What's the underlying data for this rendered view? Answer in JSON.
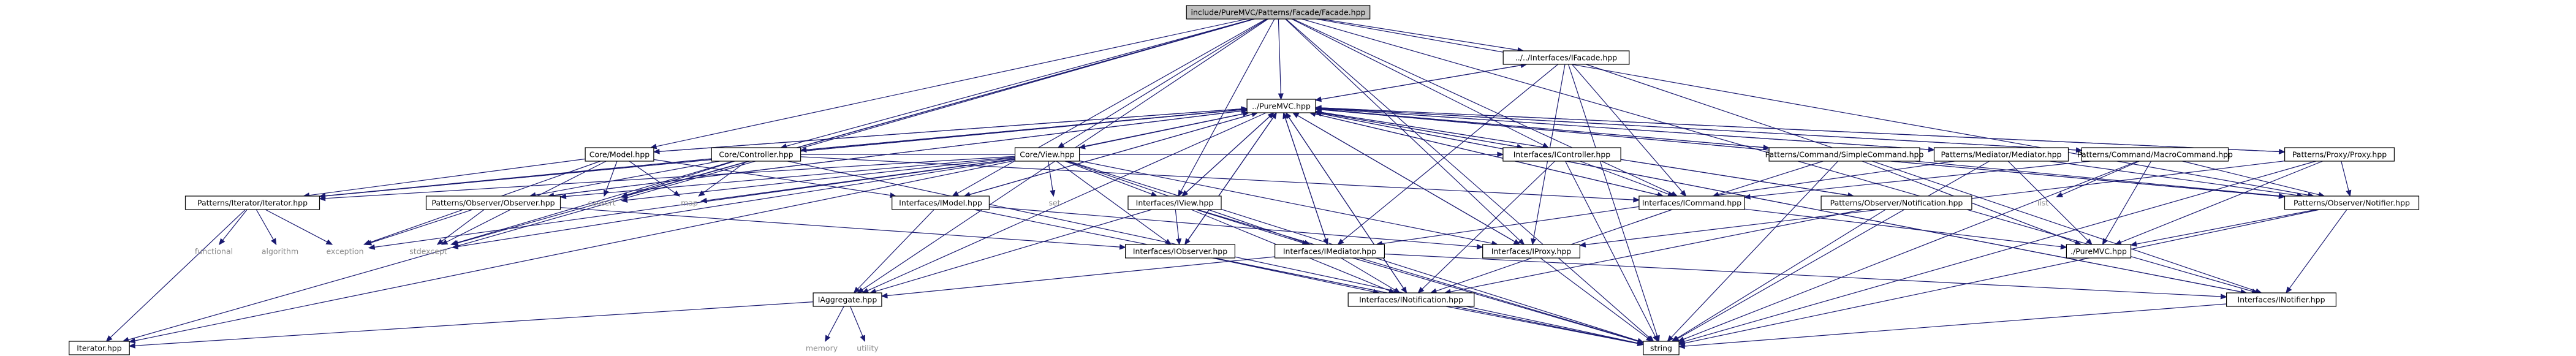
{
  "diagram": {
    "root": "include/PureMVC/Patterns/Facade/Facade.hpp",
    "colors": {
      "edge": "#191970",
      "root_fill": "#bfbfbf",
      "box_fill": "#ffffff",
      "plain_text": "#8a8a8a"
    },
    "nodes": [
      {
        "id": "facade",
        "label": "include/PureMVC/Patterns/Facade/Facade.hpp",
        "style": "root"
      },
      {
        "id": "ifacade",
        "label": "../../Interfaces/IFacade.hpp",
        "style": "box"
      },
      {
        "id": "puremvc1",
        "label": "../PureMVC.hpp",
        "style": "box"
      },
      {
        "id": "coremodel",
        "label": "Core/Model.hpp",
        "style": "box"
      },
      {
        "id": "corecontroller",
        "label": "Core/Controller.hpp",
        "style": "box"
      },
      {
        "id": "coreview",
        "label": "Core/View.hpp",
        "style": "box"
      },
      {
        "id": "icontroller",
        "label": "Interfaces/IController.hpp",
        "style": "box"
      },
      {
        "id": "simplecommand",
        "label": "Patterns/Command/SimpleCommand.hpp",
        "style": "box"
      },
      {
        "id": "mediator",
        "label": "Patterns/Mediator/Mediator.hpp",
        "style": "box"
      },
      {
        "id": "macrocommand",
        "label": "Patterns/Command/MacroCommand.hpp",
        "style": "box"
      },
      {
        "id": "proxy",
        "label": "Patterns/Proxy/Proxy.hpp",
        "style": "box"
      },
      {
        "id": "iterator_h",
        "label": "Patterns/Iterator/Iterator.hpp",
        "style": "box"
      },
      {
        "id": "observer",
        "label": "Patterns/Observer/Observer.hpp",
        "style": "box"
      },
      {
        "id": "imodel",
        "label": "Interfaces/IModel.hpp",
        "style": "box"
      },
      {
        "id": "iview",
        "label": "Interfaces/IView.hpp",
        "style": "box"
      },
      {
        "id": "icommand",
        "label": "Interfaces/ICommand.hpp",
        "style": "box"
      },
      {
        "id": "notification",
        "label": "Patterns/Observer/Notification.hpp",
        "style": "box"
      },
      {
        "id": "notifier",
        "label": "Patterns/Observer/Notifier.hpp",
        "style": "box"
      },
      {
        "id": "iobserver",
        "label": "Interfaces/IObserver.hpp",
        "style": "box"
      },
      {
        "id": "imediator",
        "label": "Interfaces/IMediator.hpp",
        "style": "box"
      },
      {
        "id": "iproxy",
        "label": "Interfaces/IProxy.hpp",
        "style": "box"
      },
      {
        "id": "puremvc2",
        "label": "./PureMVC.hpp",
        "style": "box"
      },
      {
        "id": "iaggregate",
        "label": "IAggregate.hpp",
        "style": "box"
      },
      {
        "id": "inotification",
        "label": "Interfaces/INotification.hpp",
        "style": "box"
      },
      {
        "id": "inotifier",
        "label": "Interfaces/INotifier.hpp",
        "style": "box"
      },
      {
        "id": "iterator",
        "label": "Iterator.hpp",
        "style": "box"
      },
      {
        "id": "string",
        "label": "string",
        "style": "box"
      },
      {
        "id": "cassert",
        "label": "cassert",
        "style": "plain"
      },
      {
        "id": "map",
        "label": "map",
        "style": "plain"
      },
      {
        "id": "set",
        "label": "set",
        "style": "plain"
      },
      {
        "id": "list",
        "label": "list",
        "style": "plain"
      },
      {
        "id": "stdexcept",
        "label": "stdexcept",
        "style": "plain"
      },
      {
        "id": "exception",
        "label": "exception",
        "style": "plain"
      },
      {
        "id": "functional",
        "label": "functional",
        "style": "plain"
      },
      {
        "id": "algorithm",
        "label": "algorithm",
        "style": "plain"
      },
      {
        "id": "memory",
        "label": "memory",
        "style": "plain"
      },
      {
        "id": "utility",
        "label": "utility",
        "style": "plain"
      }
    ],
    "edges": [
      [
        "facade",
        "ifacade"
      ],
      [
        "facade",
        "puremvc1"
      ],
      [
        "facade",
        "coremodel"
      ],
      [
        "facade",
        "corecontroller"
      ],
      [
        "facade",
        "coreview"
      ],
      [
        "facade",
        "icontroller"
      ],
      [
        "facade",
        "imodel"
      ],
      [
        "facade",
        "iview"
      ],
      [
        "facade",
        "icommand"
      ],
      [
        "facade",
        "iproxy"
      ],
      [
        "facade",
        "notifier"
      ],
      [
        "facade",
        "inotifier"
      ],
      [
        "facade",
        "iaggregate"
      ],
      [
        "facade",
        "iterator"
      ],
      [
        "facade",
        "stdexcept"
      ],
      [
        "facade",
        "cassert"
      ],
      [
        "facade",
        "string"
      ],
      [
        "ifacade",
        "puremvc1"
      ],
      [
        "ifacade",
        "icommand"
      ],
      [
        "ifacade",
        "imediator"
      ],
      [
        "ifacade",
        "iproxy"
      ],
      [
        "ifacade",
        "inotifier"
      ],
      [
        "ifacade",
        "string"
      ],
      [
        "puremvc1",
        "ifacade"
      ],
      [
        "puremvc1",
        "coremodel"
      ],
      [
        "puremvc1",
        "corecontroller"
      ],
      [
        "puremvc1",
        "coreview"
      ],
      [
        "puremvc1",
        "icontroller"
      ],
      [
        "puremvc1",
        "simplecommand"
      ],
      [
        "puremvc1",
        "mediator"
      ],
      [
        "puremvc1",
        "macrocommand"
      ],
      [
        "puremvc1",
        "proxy"
      ],
      [
        "puremvc1",
        "iterator_h"
      ],
      [
        "puremvc1",
        "observer"
      ],
      [
        "puremvc1",
        "notification"
      ],
      [
        "puremvc1",
        "notifier"
      ],
      [
        "puremvc1",
        "imodel"
      ],
      [
        "puremvc1",
        "iview"
      ],
      [
        "puremvc1",
        "icommand"
      ],
      [
        "puremvc1",
        "iobserver"
      ],
      [
        "puremvc1",
        "imediator"
      ],
      [
        "puremvc1",
        "iproxy"
      ],
      [
        "puremvc1",
        "iaggregate"
      ],
      [
        "puremvc1",
        "inotification"
      ],
      [
        "puremvc1",
        "inotifier"
      ],
      [
        "puremvc1",
        "iterator"
      ],
      [
        "coremodel",
        "puremvc1"
      ],
      [
        "coremodel",
        "imodel"
      ],
      [
        "coremodel",
        "iterator_h"
      ],
      [
        "coremodel",
        "cassert"
      ],
      [
        "coremodel",
        "map"
      ],
      [
        "coremodel",
        "stdexcept"
      ],
      [
        "coremodel",
        "exception"
      ],
      [
        "corecontroller",
        "puremvc1"
      ],
      [
        "corecontroller",
        "icontroller"
      ],
      [
        "corecontroller",
        "iterator_h"
      ],
      [
        "corecontroller",
        "observer"
      ],
      [
        "corecontroller",
        "icommand"
      ],
      [
        "corecontroller",
        "cassert"
      ],
      [
        "corecontroller",
        "map"
      ],
      [
        "corecontroller",
        "stdexcept"
      ],
      [
        "corecontroller",
        "string"
      ],
      [
        "coreview",
        "puremvc1"
      ],
      [
        "coreview",
        "iview"
      ],
      [
        "coreview",
        "iterator_h"
      ],
      [
        "coreview",
        "observer"
      ],
      [
        "coreview",
        "iobserver"
      ],
      [
        "coreview",
        "imediator"
      ],
      [
        "coreview",
        "iproxy"
      ],
      [
        "coreview",
        "cassert"
      ],
      [
        "coreview",
        "map"
      ],
      [
        "coreview",
        "set"
      ],
      [
        "coreview",
        "stdexcept"
      ],
      [
        "coreview",
        "exception"
      ],
      [
        "coreview",
        "string"
      ],
      [
        "icontroller",
        "puremvc1"
      ],
      [
        "icontroller",
        "icommand"
      ],
      [
        "icontroller",
        "inotification"
      ],
      [
        "icontroller",
        "string"
      ],
      [
        "simplecommand",
        "puremvc1"
      ],
      [
        "simplecommand",
        "icommand"
      ],
      [
        "simplecommand",
        "notifier"
      ],
      [
        "simplecommand",
        "puremvc2"
      ],
      [
        "simplecommand",
        "string"
      ],
      [
        "mediator",
        "puremvc1"
      ],
      [
        "mediator",
        "imediator"
      ],
      [
        "mediator",
        "notifier"
      ],
      [
        "mediator",
        "puremvc2"
      ],
      [
        "mediator",
        "string"
      ],
      [
        "macrocommand",
        "puremvc1"
      ],
      [
        "macrocommand",
        "icommand"
      ],
      [
        "macrocommand",
        "notifier"
      ],
      [
        "macrocommand",
        "puremvc2"
      ],
      [
        "macrocommand",
        "list"
      ],
      [
        "macrocommand",
        "string"
      ],
      [
        "proxy",
        "puremvc1"
      ],
      [
        "proxy",
        "iproxy"
      ],
      [
        "proxy",
        "notifier"
      ],
      [
        "proxy",
        "puremvc2"
      ],
      [
        "proxy",
        "string"
      ],
      [
        "iterator_h",
        "puremvc1"
      ],
      [
        "iterator_h",
        "iterator"
      ],
      [
        "iterator_h",
        "exception"
      ],
      [
        "iterator_h",
        "functional"
      ],
      [
        "iterator_h",
        "algorithm"
      ],
      [
        "observer",
        "puremvc1"
      ],
      [
        "observer",
        "iobserver"
      ],
      [
        "observer",
        "stdexcept"
      ],
      [
        "observer",
        "exception"
      ],
      [
        "imodel",
        "puremvc1"
      ],
      [
        "imodel",
        "iproxy"
      ],
      [
        "imodel",
        "iaggregate"
      ],
      [
        "imodel",
        "string"
      ],
      [
        "iview",
        "puremvc1"
      ],
      [
        "iview",
        "iobserver"
      ],
      [
        "iview",
        "imediator"
      ],
      [
        "iview",
        "inotification"
      ],
      [
        "iview",
        "iaggregate"
      ],
      [
        "iview",
        "string"
      ],
      [
        "icommand",
        "puremvc1"
      ],
      [
        "icommand",
        "inotification"
      ],
      [
        "icommand",
        "puremvc2"
      ],
      [
        "notification",
        "puremvc1"
      ],
      [
        "notification",
        "inotification"
      ],
      [
        "notification",
        "string"
      ],
      [
        "notifier",
        "puremvc1"
      ],
      [
        "notifier",
        "inotifier"
      ],
      [
        "notifier",
        "puremvc2"
      ],
      [
        "notifier",
        "string"
      ],
      [
        "iobserver",
        "puremvc1"
      ],
      [
        "iobserver",
        "inotification"
      ],
      [
        "iobserver",
        "string"
      ],
      [
        "imediator",
        "puremvc1"
      ],
      [
        "imediator",
        "inotifier"
      ],
      [
        "imediator",
        "inotification"
      ],
      [
        "imediator",
        "iaggregate"
      ],
      [
        "imediator",
        "string"
      ],
      [
        "iproxy",
        "puremvc1"
      ],
      [
        "iproxy",
        "string"
      ],
      [
        "iaggregate",
        "iterator"
      ],
      [
        "iaggregate",
        "memory"
      ],
      [
        "iaggregate",
        "utility"
      ],
      [
        "inotification",
        "puremvc1"
      ],
      [
        "inotification",
        "string"
      ],
      [
        "inotifier",
        "puremvc1"
      ],
      [
        "inotifier",
        "string"
      ]
    ]
  }
}
